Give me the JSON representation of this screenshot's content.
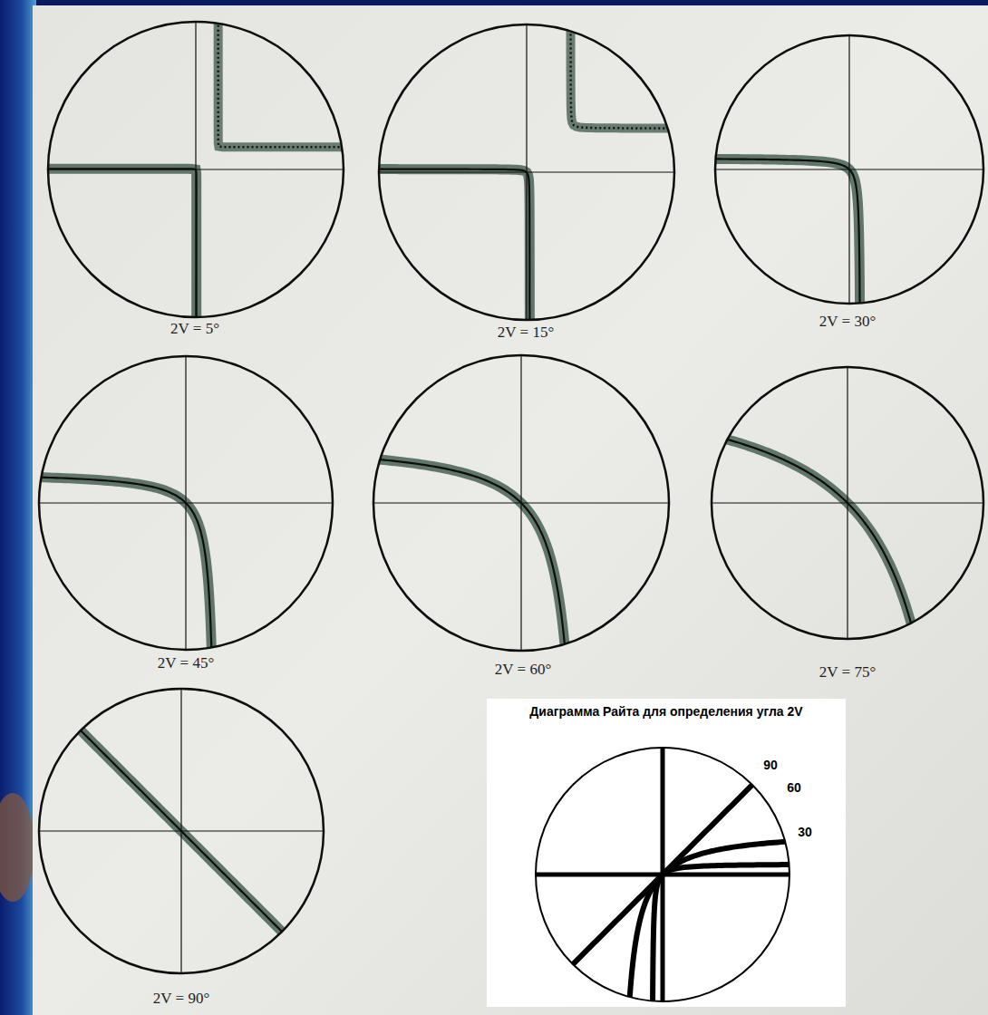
{
  "diagram": {
    "nodes": [
      {
        "text": [
          "Диаграмма Райта для определения угла 2V"
        ]
      }
    ],
    "labels": [
      "2V = 5°",
      "2V = 15°",
      "2V = 30°",
      "2V = 45°",
      "2V = 60°",
      "2V = 75°",
      "2V = 90°",
      "90",
      "60",
      "30"
    ]
  }
}
